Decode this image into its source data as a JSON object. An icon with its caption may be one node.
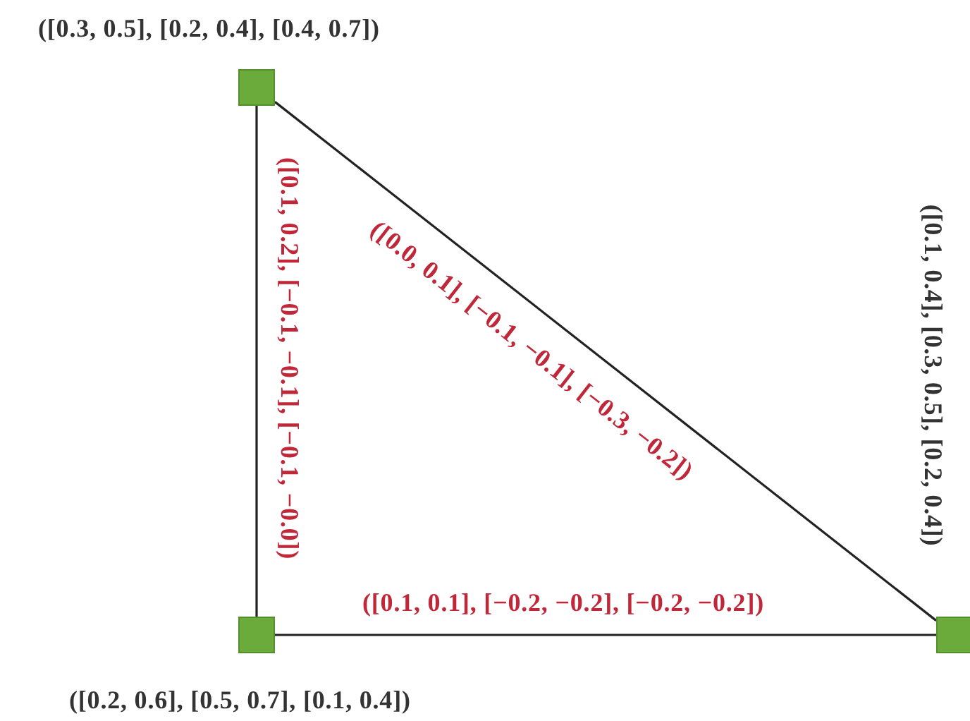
{
  "diagram": {
    "nodes": [
      {
        "text": [],
        "shape": "box",
        "beside": [
          "([0.3, 0.5], [0.2, 0.4], [0.4, 0.7])"
        ]
      },
      {
        "text": [],
        "shape": "box",
        "beside": [
          "([0.2, 0.6], [0.5, 0.7], [0.1, 0.4])"
        ]
      },
      {
        "text": [],
        "shape": "box"
      }
    ],
    "edges": [
      {
        "from": 0,
        "to": 1,
        "arrow": "none",
        "label": "([0.1, 0.2], [−0.1, −0.1], [−0.1, −0.0])"
      },
      {
        "from": 0,
        "to": 2,
        "arrow": "none",
        "label": "([0.0, 0.1], [−0.1, −0.1], [−0.3, −0.2])"
      },
      {
        "from": 1,
        "to": 2,
        "arrow": "none",
        "label": "([0.1, 0.1], [−0.2, −0.2], [−0.2, −0.2])"
      }
    ],
    "labels": [
      "([0.1, 0.4], [0.3, 0.5], [0.2, 0.4])"
    ]
  }
}
